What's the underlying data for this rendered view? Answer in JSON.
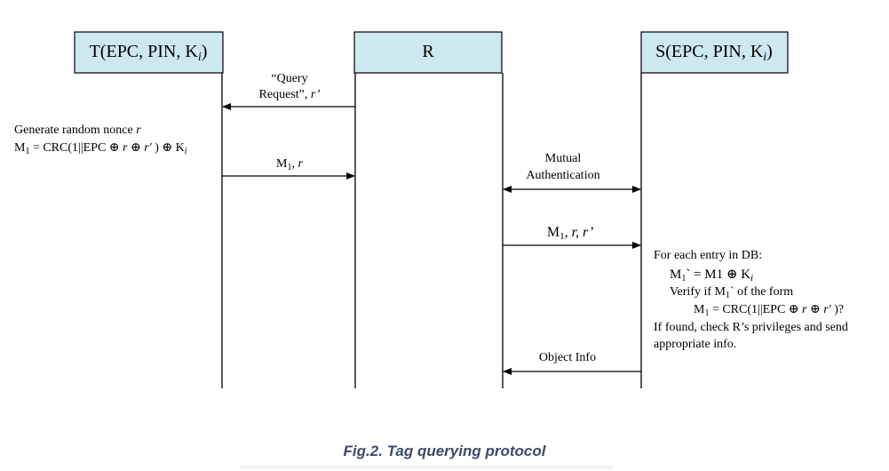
{
  "participants": {
    "tag": "T(EPC, PIN, K",
    "tag_sub": "i",
    "tag_close": ")",
    "reader": "R",
    "server": "S(EPC, PIN, K",
    "server_sub": "i",
    "server_close": ")"
  },
  "messages": {
    "query_line1": "“Query",
    "query_line2": "Request”, ",
    "query_var": "r’",
    "m1r_m": "M",
    "m1r_sub": "1",
    "m1r_rest": ", ",
    "m1r_var": "r",
    "mutual_line1": "Mutual",
    "mutual_line2": "Authentication",
    "m1rr_m": "M",
    "m1rr_sub": "1",
    "m1rr_rest": ", r, r’",
    "object_info": "Object Info"
  },
  "tag_note": {
    "line1_text": "Generate random nonce ",
    "line1_var": "r",
    "line2_a": "M",
    "line2_sub": "1",
    "line2_b": " = CRC(1||EPC ⊕ ",
    "line2_r": "r",
    "line2_c": " ⊕ ",
    "line2_rp": "r′",
    "line2_d": " ) ⊕ K",
    "line2_ki": "i"
  },
  "server_note": {
    "line1": "For each entry in DB:",
    "line2_a": "M",
    "line2_sub": "1",
    "line2_b": "` = M1 ⊕ K",
    "line2_ki": "i",
    "line3_a": "Verify if M",
    "line3_sub": "1",
    "line3_b": "` of the form",
    "line4_a": "M",
    "line4_sub": "1",
    "line4_b": " = CRC(1||EPC ⊕ ",
    "line4_r": "r",
    "line4_c": " ⊕ ",
    "line4_rp": "r′",
    "line4_d": " )?",
    "line5": "If found, check R’s privileges and send",
    "line6": "appropriate info."
  },
  "caption": "Fig.2. Tag querying protocol",
  "colors": {
    "box_fill": "#cde8ee",
    "box_stroke": "#000000",
    "line": "#000000",
    "caption": "#3d4a6a"
  }
}
